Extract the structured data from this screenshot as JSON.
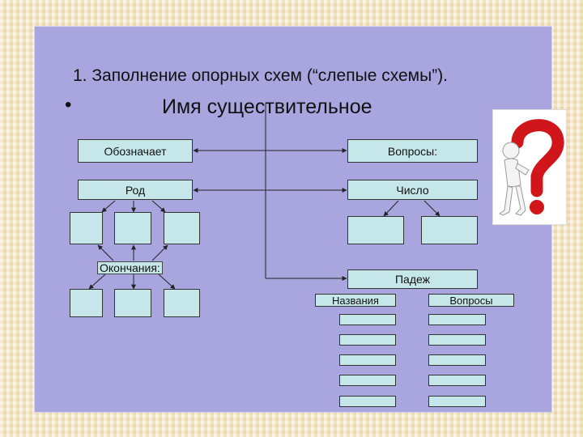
{
  "slide": {
    "heading": "1. Заполнение опорных схем (“слепые схемы”).",
    "bullet": "•",
    "subtitle": "Имя существительное"
  },
  "diagram": {
    "designates": "Обозначает",
    "questions": "Вопросы:",
    "gender": "Род",
    "number": "Число",
    "endings": "Окончания:",
    "case": "Падеж",
    "case_names": "Названия",
    "case_questions": "Вопросы"
  },
  "image": {
    "icon": "question-mark-figure-icon"
  }
}
